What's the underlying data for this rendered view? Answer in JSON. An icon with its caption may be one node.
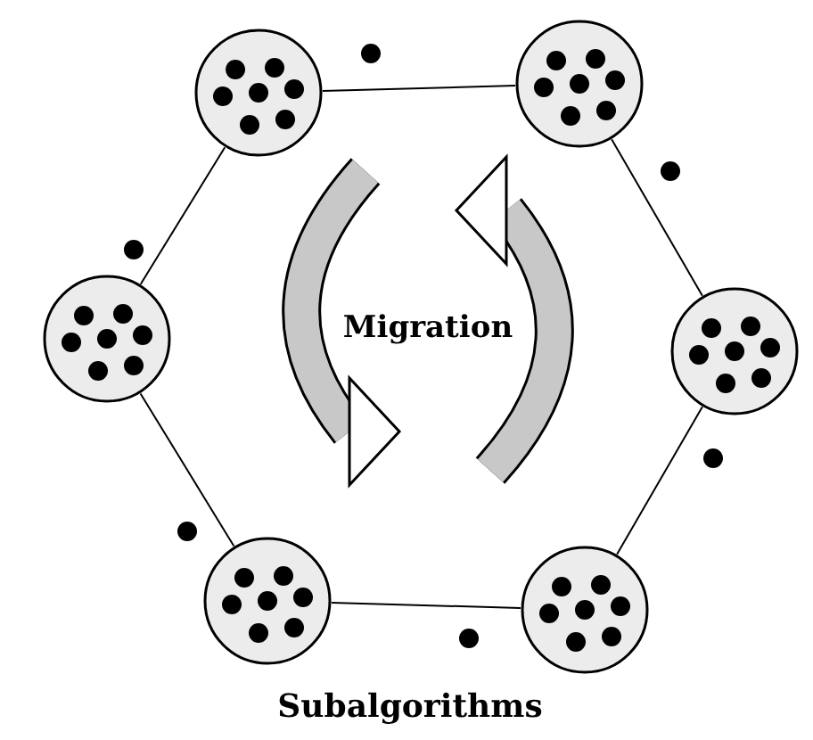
{
  "diagram": {
    "caption": "Subalgorithms",
    "nodes": [
      {
        "text": [],
        "shape": "circle"
      },
      {
        "text": [],
        "shape": "circle"
      },
      {
        "text": [],
        "shape": "circle"
      },
      {
        "text": [],
        "shape": "circle"
      },
      {
        "text": [],
        "shape": "circle"
      },
      {
        "text": [],
        "shape": "circle"
      }
    ],
    "edges": [
      {
        "from": 0,
        "to": 1,
        "arrow": "none"
      },
      {
        "from": 1,
        "to": 3,
        "arrow": "none"
      },
      {
        "from": 3,
        "to": 5,
        "arrow": "none"
      },
      {
        "from": 5,
        "to": 4,
        "arrow": "none"
      },
      {
        "from": 4,
        "to": 2,
        "arrow": "none"
      },
      {
        "from": 2,
        "to": 0,
        "arrow": "none"
      }
    ],
    "labels": [
      "Migration"
    ]
  }
}
